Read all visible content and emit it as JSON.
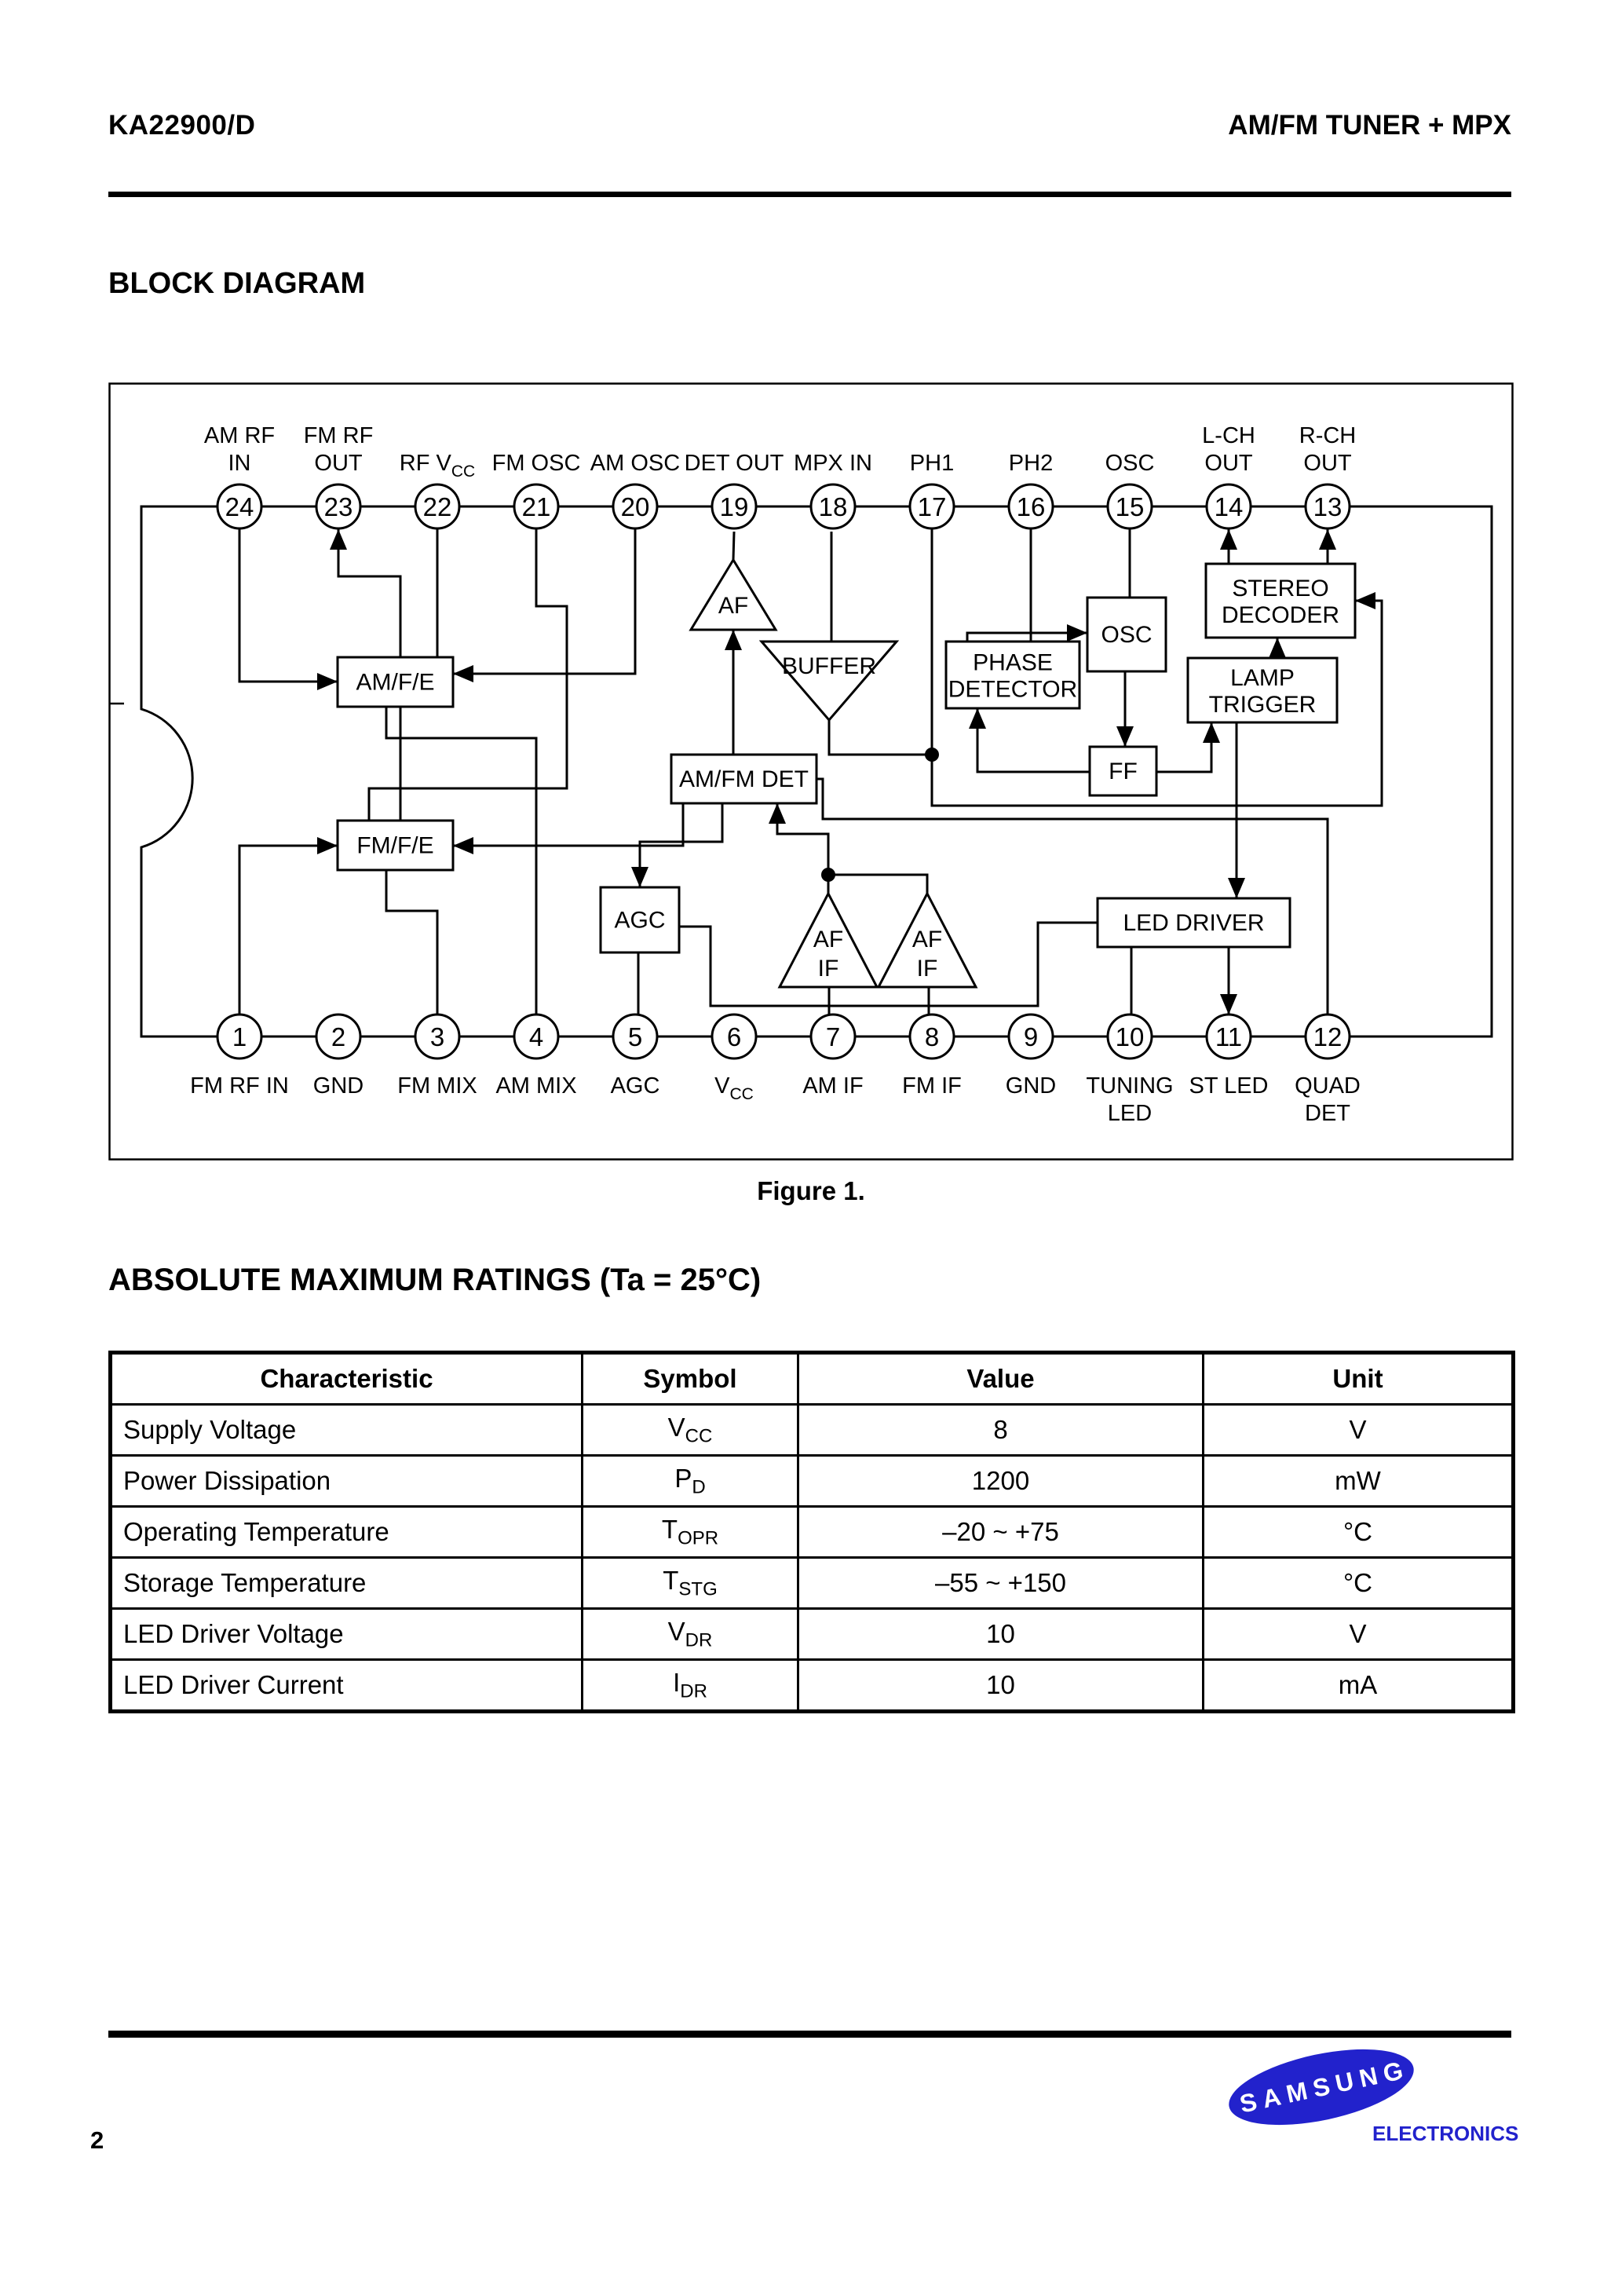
{
  "header": {
    "doc_number": "KA22900/D",
    "doc_title": "AM/FM TUNER + MPX"
  },
  "sections": {
    "block_diagram_title": "BLOCK DIAGRAM",
    "ratings_title": "ABSOLUTE MAXIMUM RATINGS (Ta = 25°C)"
  },
  "figure": {
    "caption": "Figure 1."
  },
  "diagram": {
    "top_pins": [
      {
        "num": "24",
        "label": "AM RF|IN"
      },
      {
        "num": "23",
        "label": "FM RF|OUT"
      },
      {
        "num": "22",
        "label": "RF V*CC"
      },
      {
        "num": "21",
        "label": "FM OSC"
      },
      {
        "num": "20",
        "label": "AM OSC"
      },
      {
        "num": "19",
        "label": "DET OUT"
      },
      {
        "num": "18",
        "label": "MPX IN"
      },
      {
        "num": "17",
        "label": "PH1"
      },
      {
        "num": "16",
        "label": "PH2"
      },
      {
        "num": "15",
        "label": "OSC"
      },
      {
        "num": "14",
        "label": "L-CH|OUT"
      },
      {
        "num": "13",
        "label": "R-CH|OUT"
      }
    ],
    "bottom_pins": [
      {
        "num": "1",
        "label": "FM RF IN"
      },
      {
        "num": "2",
        "label": "GND"
      },
      {
        "num": "3",
        "label": "FM MIX"
      },
      {
        "num": "4",
        "label": "AM MIX"
      },
      {
        "num": "5",
        "label": "AGC"
      },
      {
        "num": "6",
        "label": "V*CC"
      },
      {
        "num": "7",
        "label": "AM IF"
      },
      {
        "num": "8",
        "label": "FM IF"
      },
      {
        "num": "9",
        "label": "GND"
      },
      {
        "num": "10",
        "label": "TUNING|LED"
      },
      {
        "num": "11",
        "label": "ST LED"
      },
      {
        "num": "12",
        "label": "QUAD|DET"
      }
    ],
    "blocks": {
      "am_fe": "AM/F/E",
      "fm_fe": "FM/F/E",
      "agc": "AGC",
      "am_fm_det": "AM/FM DET",
      "phase_detector": "PHASE|DETECTOR",
      "osc": "OSC",
      "ff": "FF",
      "stereo_decoder": "STEREO|DECODER",
      "lamp_trigger": "LAMP|TRIGGER",
      "led_driver": "LED DRIVER",
      "af_amp": "AF",
      "buffer": "BUFFER",
      "am_if_amp": "AF|IF",
      "fm_if_amp": "AF|IF"
    }
  },
  "ratings_table": {
    "headers": [
      "Characteristic",
      "Symbol",
      "Value",
      "Unit"
    ],
    "rows": [
      {
        "characteristic": "Supply Voltage",
        "symbol": "V_CC",
        "value": "8",
        "unit": "V"
      },
      {
        "characteristic": "Power Dissipation",
        "symbol": "P_D",
        "value": "1200",
        "unit": "mW"
      },
      {
        "characteristic": "Operating Temperature",
        "symbol": "T_OPR",
        "value": "–20 ~ +75",
        "unit": "°C"
      },
      {
        "characteristic": "Storage Temperature",
        "symbol": "T_STG",
        "value": "–55 ~ +150",
        "unit": "°C"
      },
      {
        "characteristic": "LED Driver Voltage",
        "symbol": "V_DR",
        "value": "10",
        "unit": "V"
      },
      {
        "characteristic": "LED Driver Current",
        "symbol": "I_DR",
        "value": "10",
        "unit": "mA"
      }
    ]
  },
  "footer": {
    "page_number": "2",
    "brand": "SAMSUNG",
    "brand_sub": "ELECTRONICS",
    "brand_color": "#2222CC"
  }
}
